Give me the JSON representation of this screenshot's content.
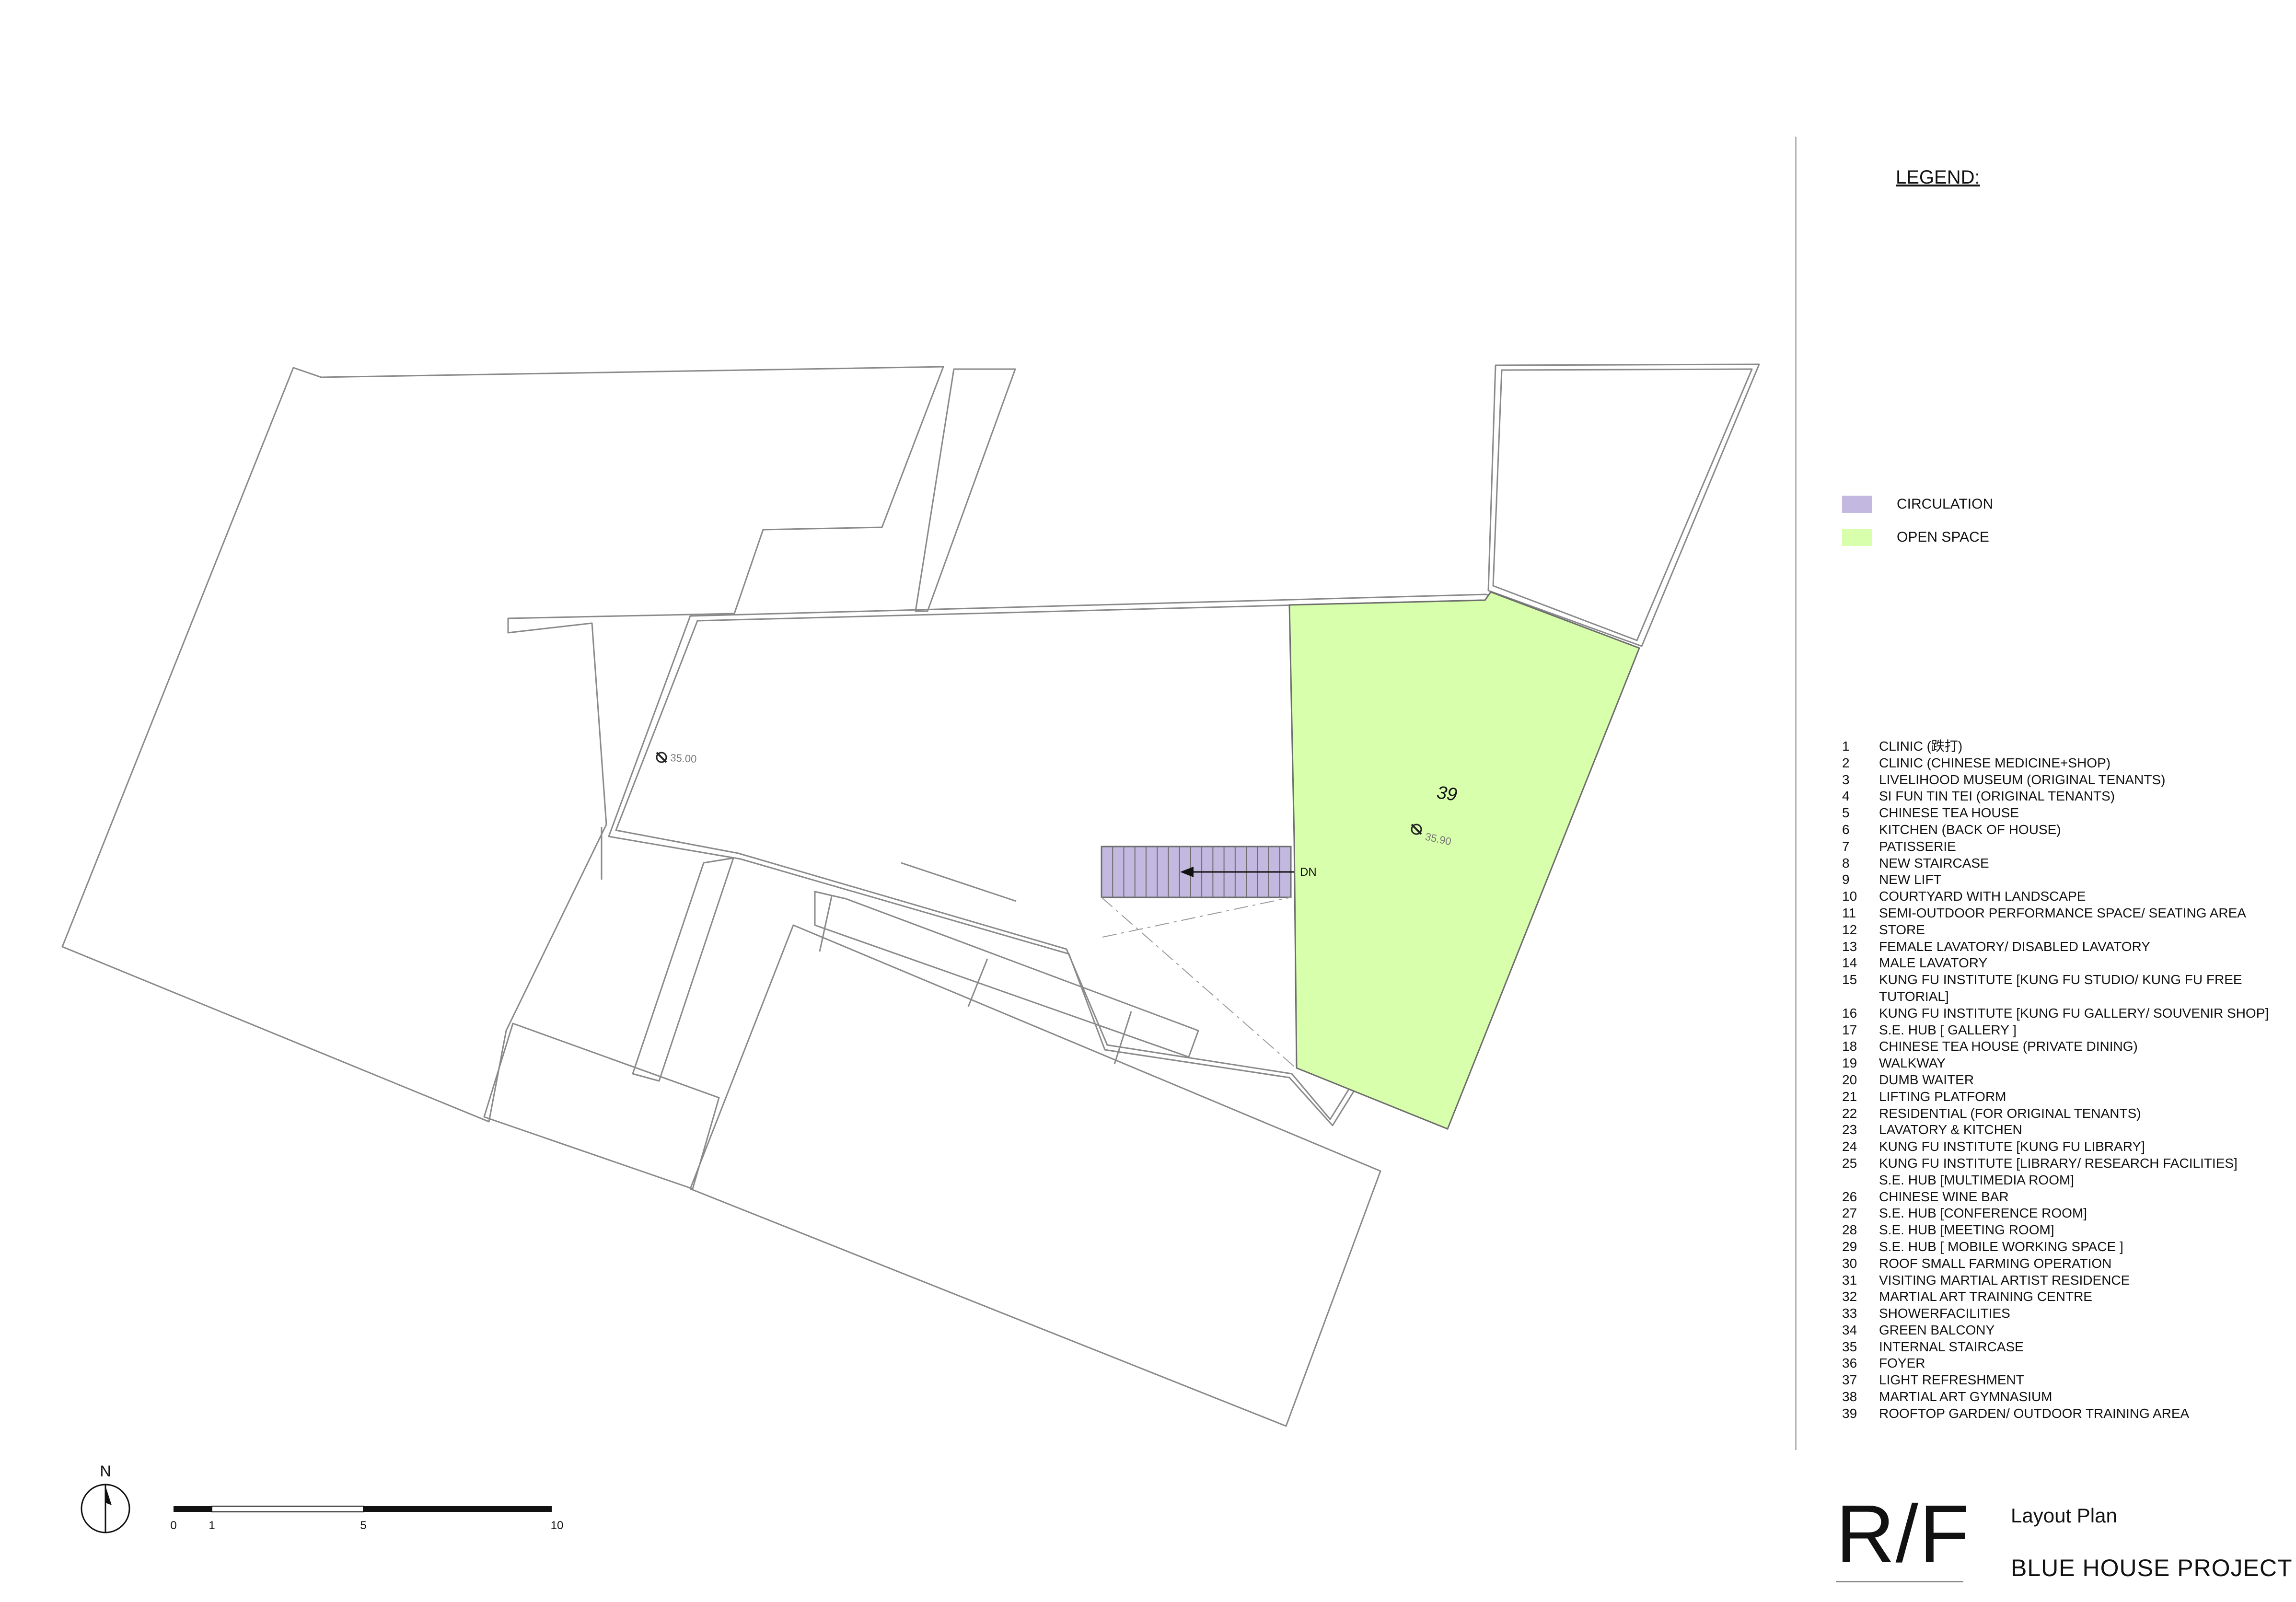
{
  "legend": {
    "title": "LEGEND:",
    "swatches": [
      {
        "label": "CIRCULATION",
        "color": "#c2b8e0"
      },
      {
        "label": "OPEN SPACE",
        "color": "#d8ffab"
      }
    ],
    "rooms": [
      {
        "num": "1",
        "name": "CLINIC (跌打)"
      },
      {
        "num": "2",
        "name": "CLINIC (CHINESE MEDICINE+SHOP)"
      },
      {
        "num": "3",
        "name": "LIVELIHOOD MUSEUM (ORIGINAL TENANTS)"
      },
      {
        "num": "4",
        "name": "SI FUN TIN TEI (ORIGINAL TENANTS)"
      },
      {
        "num": "5",
        "name": "CHINESE TEA HOUSE"
      },
      {
        "num": "6",
        "name": "KITCHEN (BACK OF HOUSE)"
      },
      {
        "num": "7",
        "name": "PATISSERIE"
      },
      {
        "num": "8",
        "name": "NEW STAIRCASE"
      },
      {
        "num": "9",
        "name": "NEW LIFT"
      },
      {
        "num": "10",
        "name": "COURTYARD WITH LANDSCAPE"
      },
      {
        "num": "11",
        "name": "SEMI-OUTDOOR PERFORMANCE SPACE/ SEATING AREA"
      },
      {
        "num": "12",
        "name": "STORE"
      },
      {
        "num": "13",
        "name": "FEMALE LAVATORY/ DISABLED LAVATORY"
      },
      {
        "num": "14",
        "name": "MALE LAVATORY"
      },
      {
        "num": "15",
        "name": "KUNG FU INSTITUTE [KUNG FU STUDIO/ KUNG FU FREE TUTORIAL]"
      },
      {
        "num": "16",
        "name": "KUNG FU INSTITUTE [KUNG FU GALLERY/ SOUVENIR SHOP]"
      },
      {
        "num": "17",
        "name": "S.E. HUB [ GALLERY ]"
      },
      {
        "num": "18",
        "name": "CHINESE TEA HOUSE (PRIVATE DINING)"
      },
      {
        "num": "19",
        "name": "WALKWAY"
      },
      {
        "num": "20",
        "name": "DUMB WAITER"
      },
      {
        "num": "21",
        "name": "LIFTING PLATFORM"
      },
      {
        "num": "22",
        "name": "RESIDENTIAL (FOR ORIGINAL TENANTS)"
      },
      {
        "num": "23",
        "name": "LAVATORY & KITCHEN"
      },
      {
        "num": "24",
        "name": "KUNG FU INSTITUTE [KUNG FU LIBRARY]"
      },
      {
        "num": "25",
        "name": "KUNG FU INSTITUTE [LIBRARY/ RESEARCH FACILITIES]"
      },
      {
        "num": "",
        "name": "S.E. HUB [MULTIMEDIA ROOM]"
      },
      {
        "num": "26",
        "name": "CHINESE WINE BAR"
      },
      {
        "num": "27",
        "name": "S.E. HUB [CONFERENCE ROOM]"
      },
      {
        "num": "28",
        "name": "S.E. HUB [MEETING ROOM]"
      },
      {
        "num": "29",
        "name": "S.E. HUB [ MOBILE WORKING SPACE ]"
      },
      {
        "num": "30",
        "name": "ROOF SMALL FARMING OPERATION"
      },
      {
        "num": "31",
        "name": "VISITING MARTIAL ARTIST RESIDENCE"
      },
      {
        "num": "32",
        "name": "MARTIAL ART TRAINING CENTRE"
      },
      {
        "num": "33",
        "name": "SHOWERFACILITIES"
      },
      {
        "num": "34",
        "name": "GREEN BALCONY"
      },
      {
        "num": "35",
        "name": "INTERNAL STAIRCASE"
      },
      {
        "num": "36",
        "name": "FOYER"
      },
      {
        "num": "37",
        "name": "LIGHT REFRESHMENT"
      },
      {
        "num": "38",
        "name": "MARTIAL ART GYMNASIUM"
      },
      {
        "num": "39",
        "name": "ROOFTOP GARDEN/ OUTDOOR TRAINING AREA"
      }
    ]
  },
  "plan": {
    "room_number": "39",
    "stair_label": "DN",
    "levels": [
      "35.00",
      "35.90"
    ],
    "north": "N",
    "scale_ticks": [
      "0",
      "1",
      "5",
      "10"
    ],
    "line_color": "#8a8a8a"
  },
  "title_block": {
    "level": "R/F",
    "plan_type": "Layout Plan",
    "project": "BLUE HOUSE PROJECT"
  }
}
